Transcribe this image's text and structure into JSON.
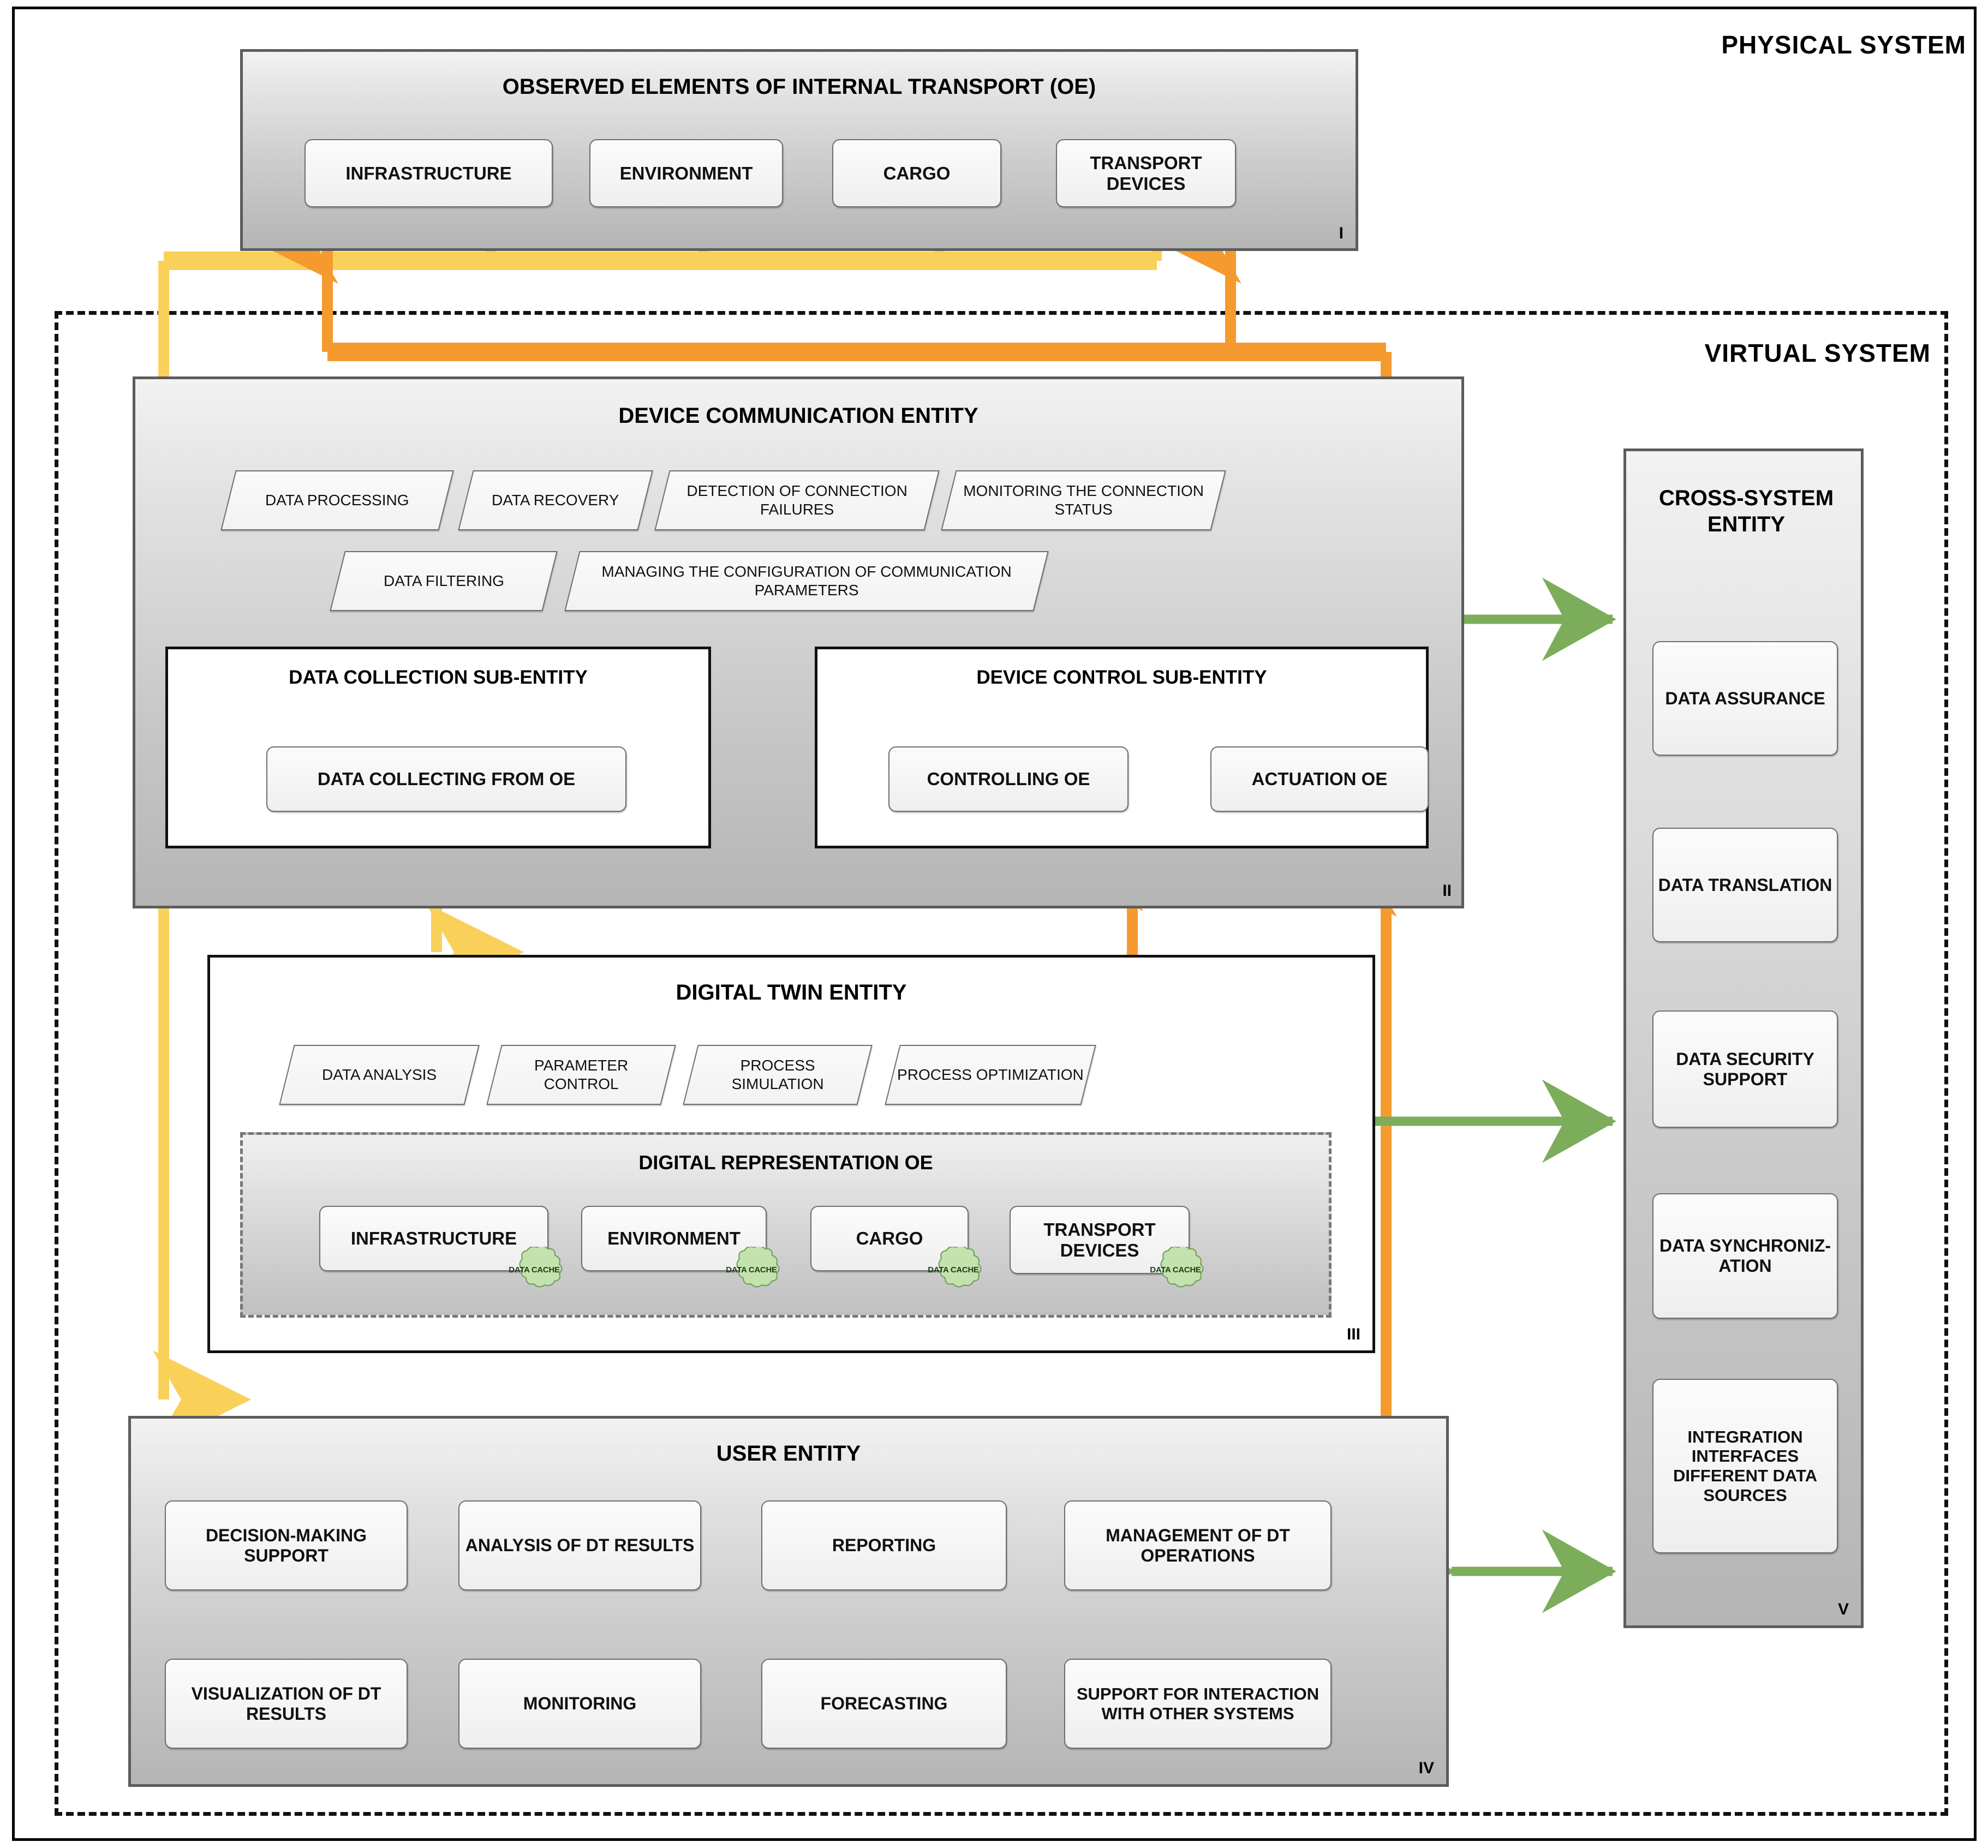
{
  "diagram": {
    "regions": {
      "physical_label": "PHYSICAL SYSTEM",
      "virtual_label": "VIRTUAL SYSTEM"
    },
    "colors": {
      "flow_up_orange": "#F59A2E",
      "flow_down_yellow": "#F9D05A",
      "cross_link_green": "#7CAD5A",
      "panel_border": "#5C5C5C",
      "cache_green": "#C3E2AE"
    },
    "physical_system": {
      "title": "OBSERVED ELEMENTS OF INTERNAL TRANSPORT (OE)",
      "roman": "I",
      "elements": [
        "INFRASTRUCTURE",
        "ENVIRONMENT",
        "CARGO",
        "TRANSPORT DEVICES"
      ]
    },
    "device_communication_entity": {
      "title": "DEVICE COMMUNICATION ENTITY",
      "roman": "II",
      "functions_row1": [
        "DATA PROCESSING",
        "DATA RECOVERY",
        "DETECTION OF CONNECTION FAILURES",
        "MONITORING THE CONNECTION STATUS"
      ],
      "functions_row2": [
        "DATA FILTERING",
        "MANAGING THE CONFIGURATION OF COMMUNICATION PARAMETERS"
      ],
      "data_collection_sub_entity": {
        "title": "DATA COLLECTION SUB-ENTITY",
        "items": [
          "DATA COLLECTING FROM OE"
        ]
      },
      "device_control_sub_entity": {
        "title": "DEVICE CONTROL SUB-ENTITY",
        "items": [
          "CONTROLLING OE",
          "ACTUATION OE"
        ]
      }
    },
    "digital_twin_entity": {
      "title": "DIGITAL TWIN ENTITY",
      "roman": "III",
      "functions": [
        "DATA ANALYSIS",
        "PARAMETER CONTROL",
        "PROCESS SIMULATION",
        "PROCESS OPTIMIZATION"
      ],
      "digital_representation": {
        "title": "DIGITAL REPRESENTATION OE",
        "elements": [
          "INFRASTRUCTURE",
          "ENVIRONMENT",
          "CARGO",
          "TRANSPORT DEVICES"
        ],
        "cache_label": "DATA CACHE"
      }
    },
    "user_entity": {
      "title": "USER ENTITY",
      "roman": "IV",
      "row1": [
        "DECISION-MAKING SUPPORT",
        "ANALYSIS OF DT RESULTS",
        "REPORTING",
        "MANAGEMENT OF DT OPERATIONS"
      ],
      "row2": [
        "VISUALIZATION OF DT RESULTS",
        "MONITORING",
        "FORECASTING",
        "SUPPORT FOR INTERACTION WITH OTHER SYSTEMS"
      ]
    },
    "cross_system_entity": {
      "title": "CROSS-SYSTEM ENTITY",
      "roman": "V",
      "items": [
        "DATA ASSURANCE",
        "DATA TRANSLATION",
        "DATA SECURITY SUPPORT",
        "DATA SYNCHRONIZ- ATION",
        "INTEGRATION INTERFACES DIFFERENT DATA SOURCES"
      ]
    }
  }
}
